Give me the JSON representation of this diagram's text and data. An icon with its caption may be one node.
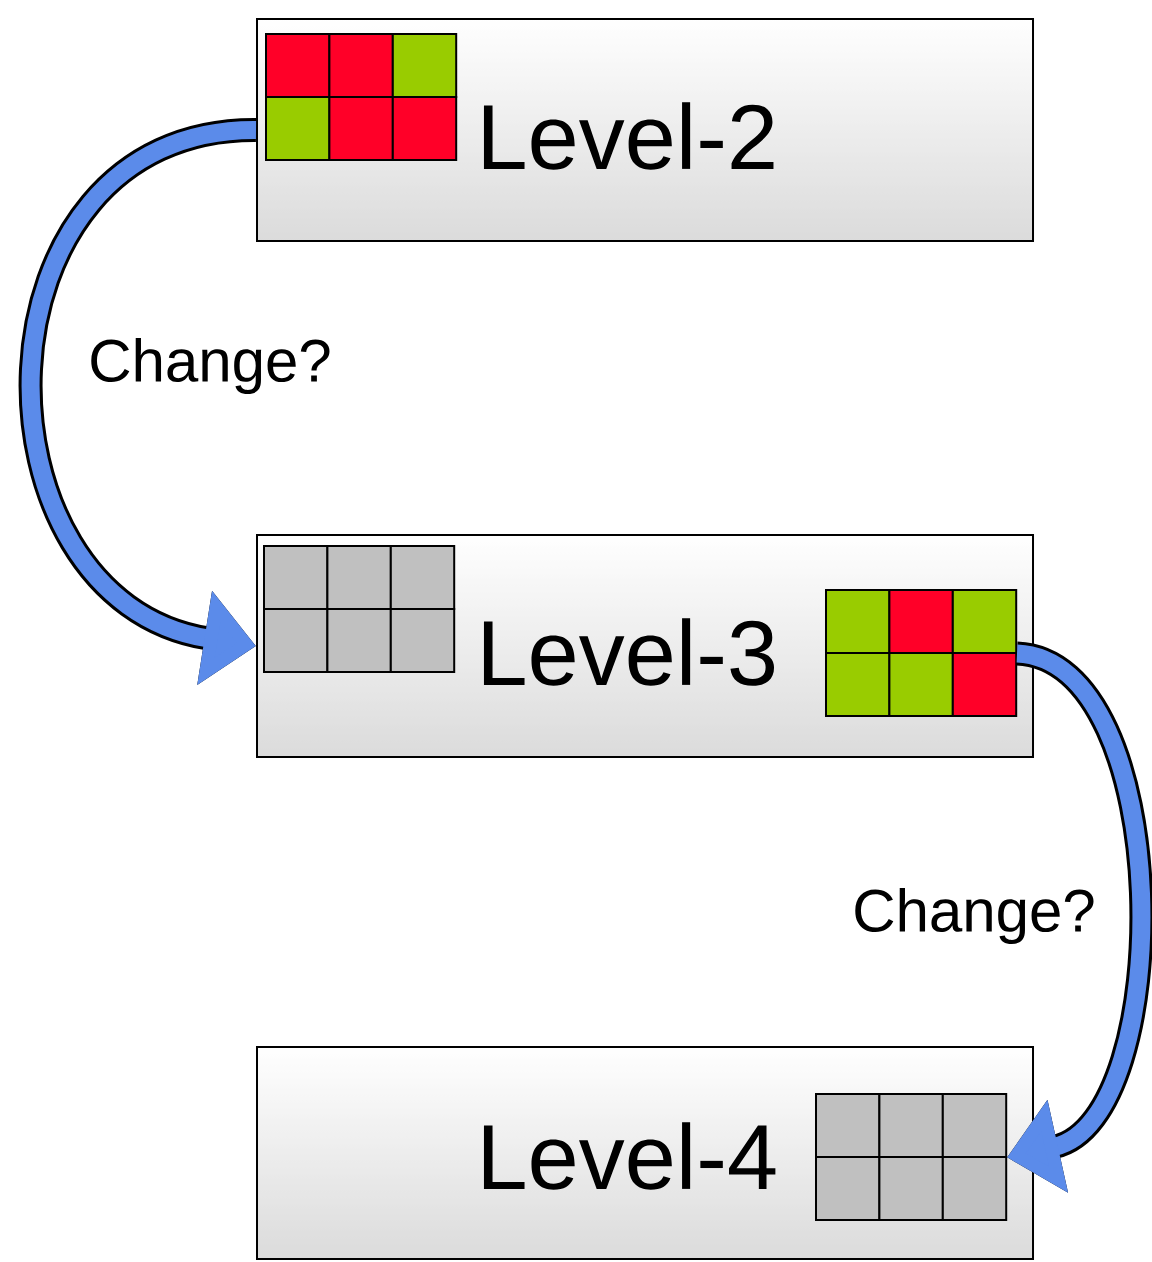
{
  "diagram": {
    "nodes": [
      {
        "text": [
          "Level-2"
        ]
      },
      {
        "text": [],
        "shape": "grid",
        "in": 0
      },
      {
        "text": [
          "Level-3"
        ]
      },
      {
        "text": [],
        "shape": "grid",
        "in": 2
      },
      {
        "text": [],
        "shape": "grid",
        "in": 2
      },
      {
        "text": [
          "Level-4"
        ]
      },
      {
        "text": [],
        "shape": "grid",
        "in": 5
      }
    ],
    "edges": [
      {
        "from": 0,
        "to": 2,
        "arrow": "to",
        "label": "Change?"
      },
      {
        "from": 4,
        "to": 6,
        "arrow": "to",
        "label": "Change?"
      }
    ]
  }
}
